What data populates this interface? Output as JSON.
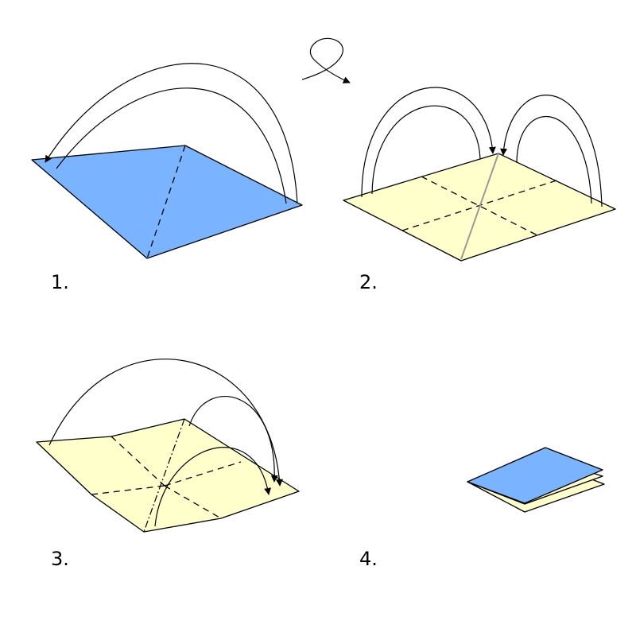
{
  "colors": {
    "paper_blue": "#7ab3ff",
    "paper_cream": "#ffffcc",
    "line": "#000000",
    "crease_grey": "#9a9a9a"
  },
  "steps": [
    {
      "label": "1."
    },
    {
      "label": "2."
    },
    {
      "label": "3."
    },
    {
      "label": "4."
    }
  ],
  "icons": {
    "turn_over": "turn-over-icon"
  }
}
